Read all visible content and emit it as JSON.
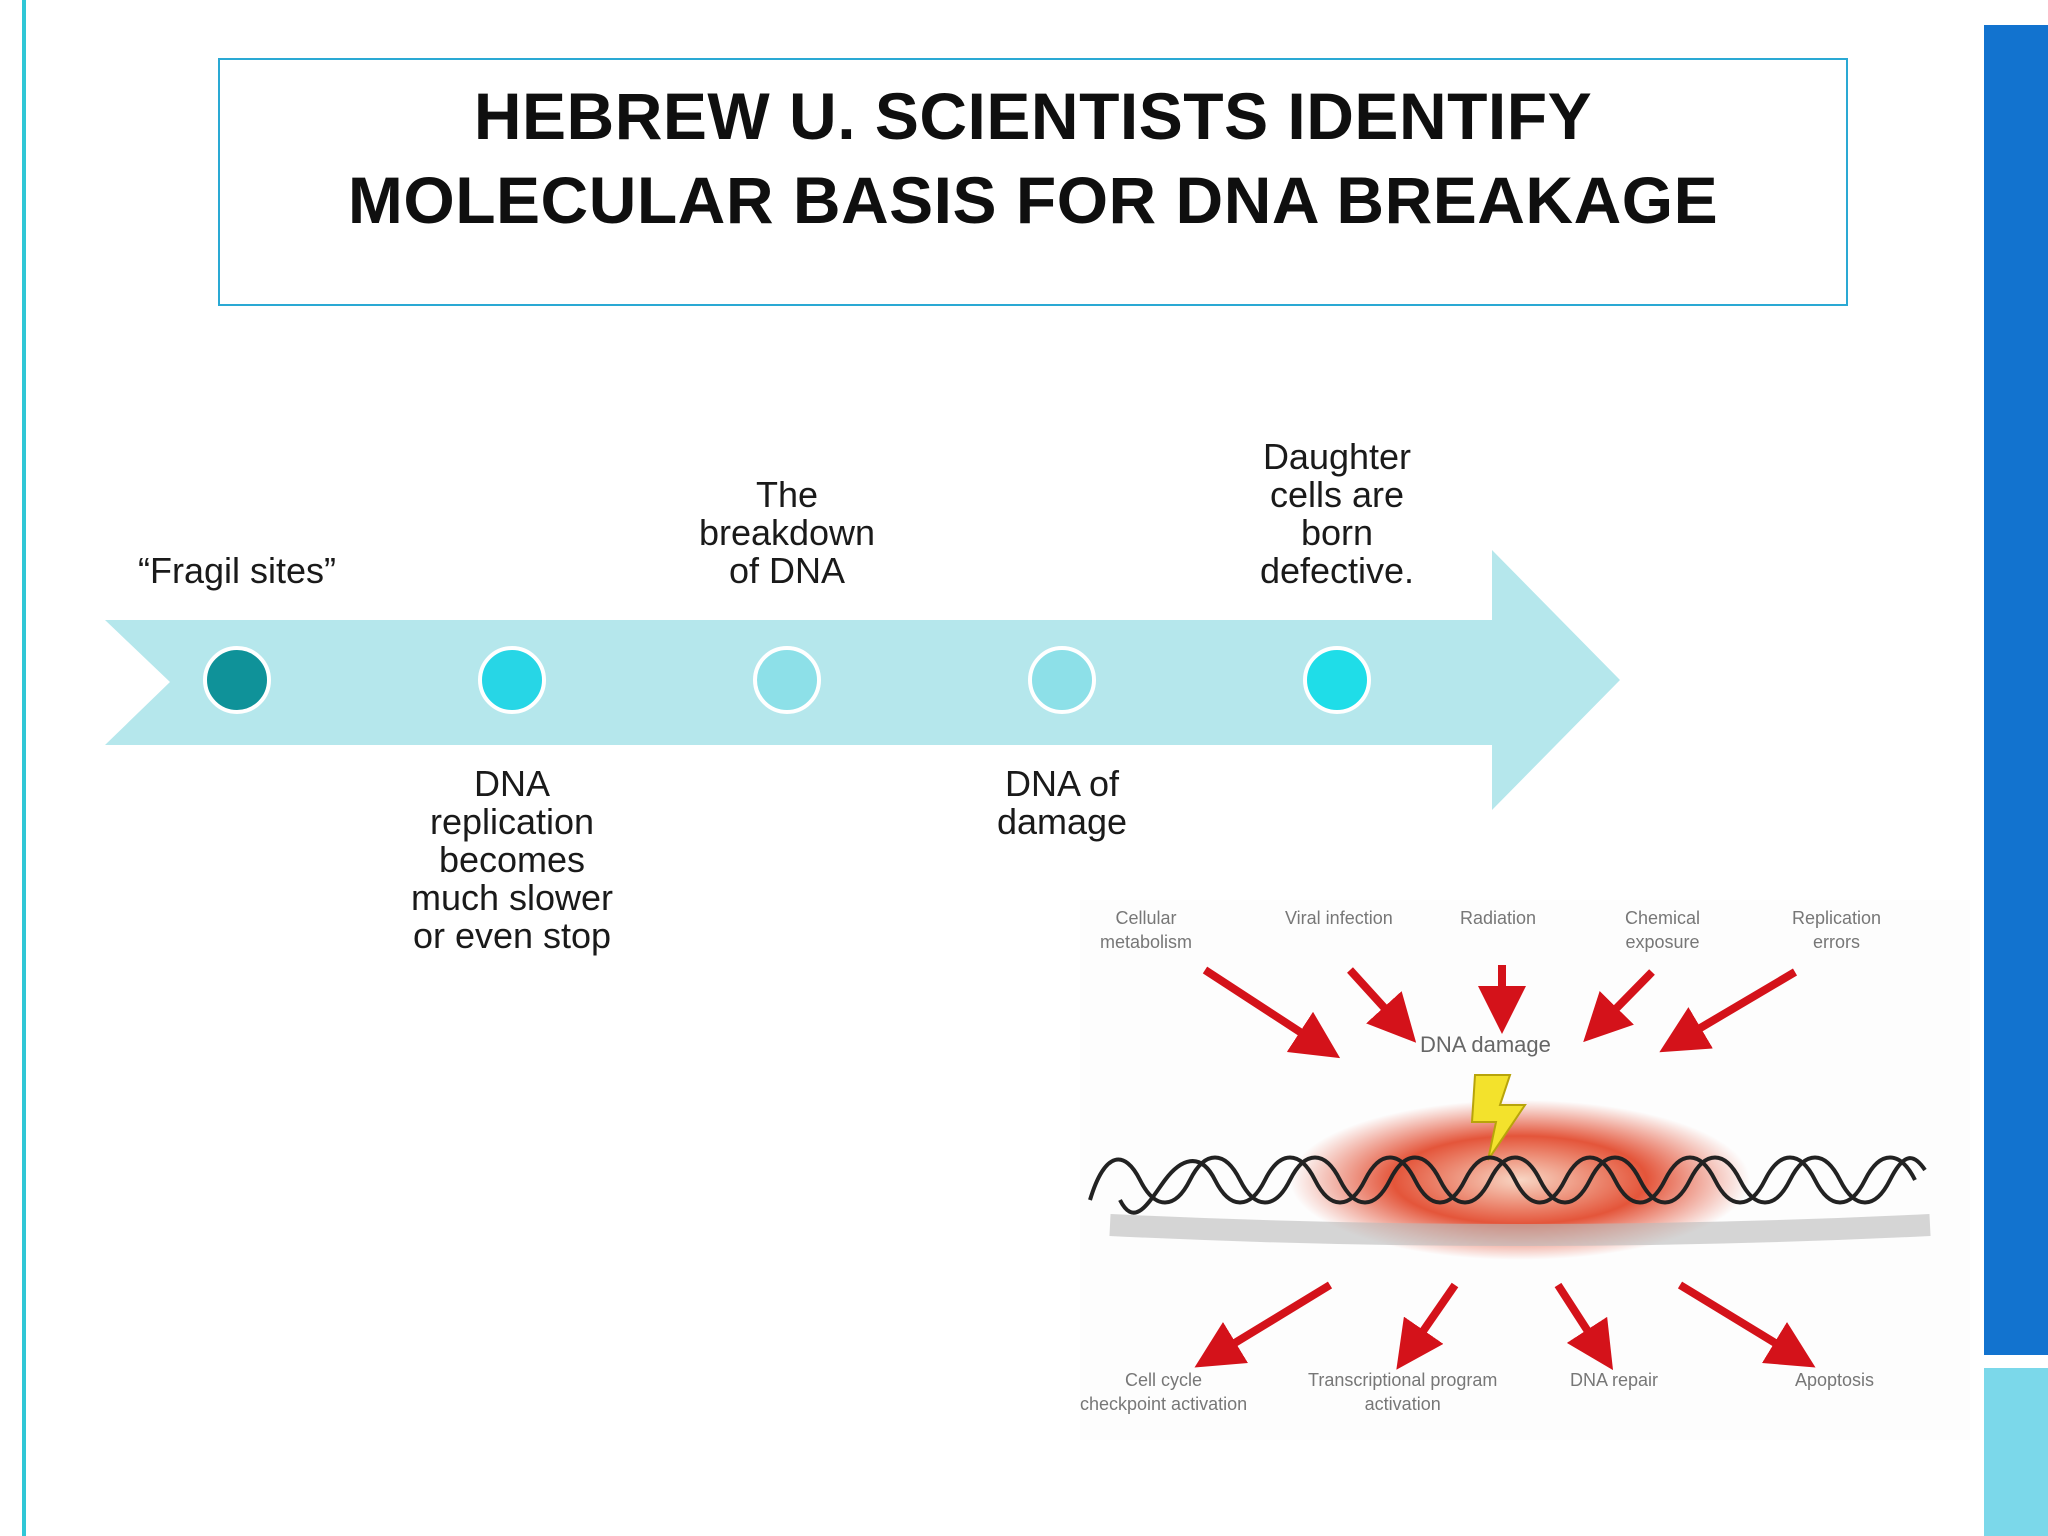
{
  "title": {
    "line1": "HEBREW U. SCIENTISTS IDENTIFY",
    "line2": "MOLECULAR BASIS FOR DNA BREAKAGE"
  },
  "timeline": {
    "top_labels": [
      {
        "lines": [
          "“Fragil  sites”"
        ]
      },
      {
        "lines": [
          "The",
          "breakdown",
          "of DNA"
        ]
      },
      {
        "lines": [
          "Daughter",
          "cells are",
          "born",
          "defective."
        ]
      }
    ],
    "bottom_labels": [
      {
        "lines": [
          "DNA",
          "replication",
          "becomes",
          "much slower",
          "or even stop"
        ]
      },
      {
        "lines": [
          "DNA of",
          "damage"
        ]
      }
    ],
    "dot_colors": [
      "#0f9299",
      "#27d6e6",
      "#8de0e8",
      "#8de0e8",
      "#1fdde8"
    ],
    "arrow_color": "#b5e7ec"
  },
  "damage_diagram": {
    "causes": [
      {
        "lines": [
          "Cellular",
          "metabolism"
        ]
      },
      {
        "lines": [
          "Viral infection"
        ]
      },
      {
        "lines": [
          "Radiation"
        ]
      },
      {
        "lines": [
          "Chemical",
          "exposure"
        ]
      },
      {
        "lines": [
          "Replication",
          "errors"
        ]
      }
    ],
    "center_label": "DNA damage",
    "effects": [
      {
        "lines": [
          "Cell cycle",
          "checkpoint activation"
        ]
      },
      {
        "lines": [
          "Transcriptional program",
          "activation"
        ]
      },
      {
        "lines": [
          "DNA repair"
        ]
      },
      {
        "lines": [
          "Apoptosis"
        ]
      }
    ],
    "arrow_color": "#d4121a"
  }
}
